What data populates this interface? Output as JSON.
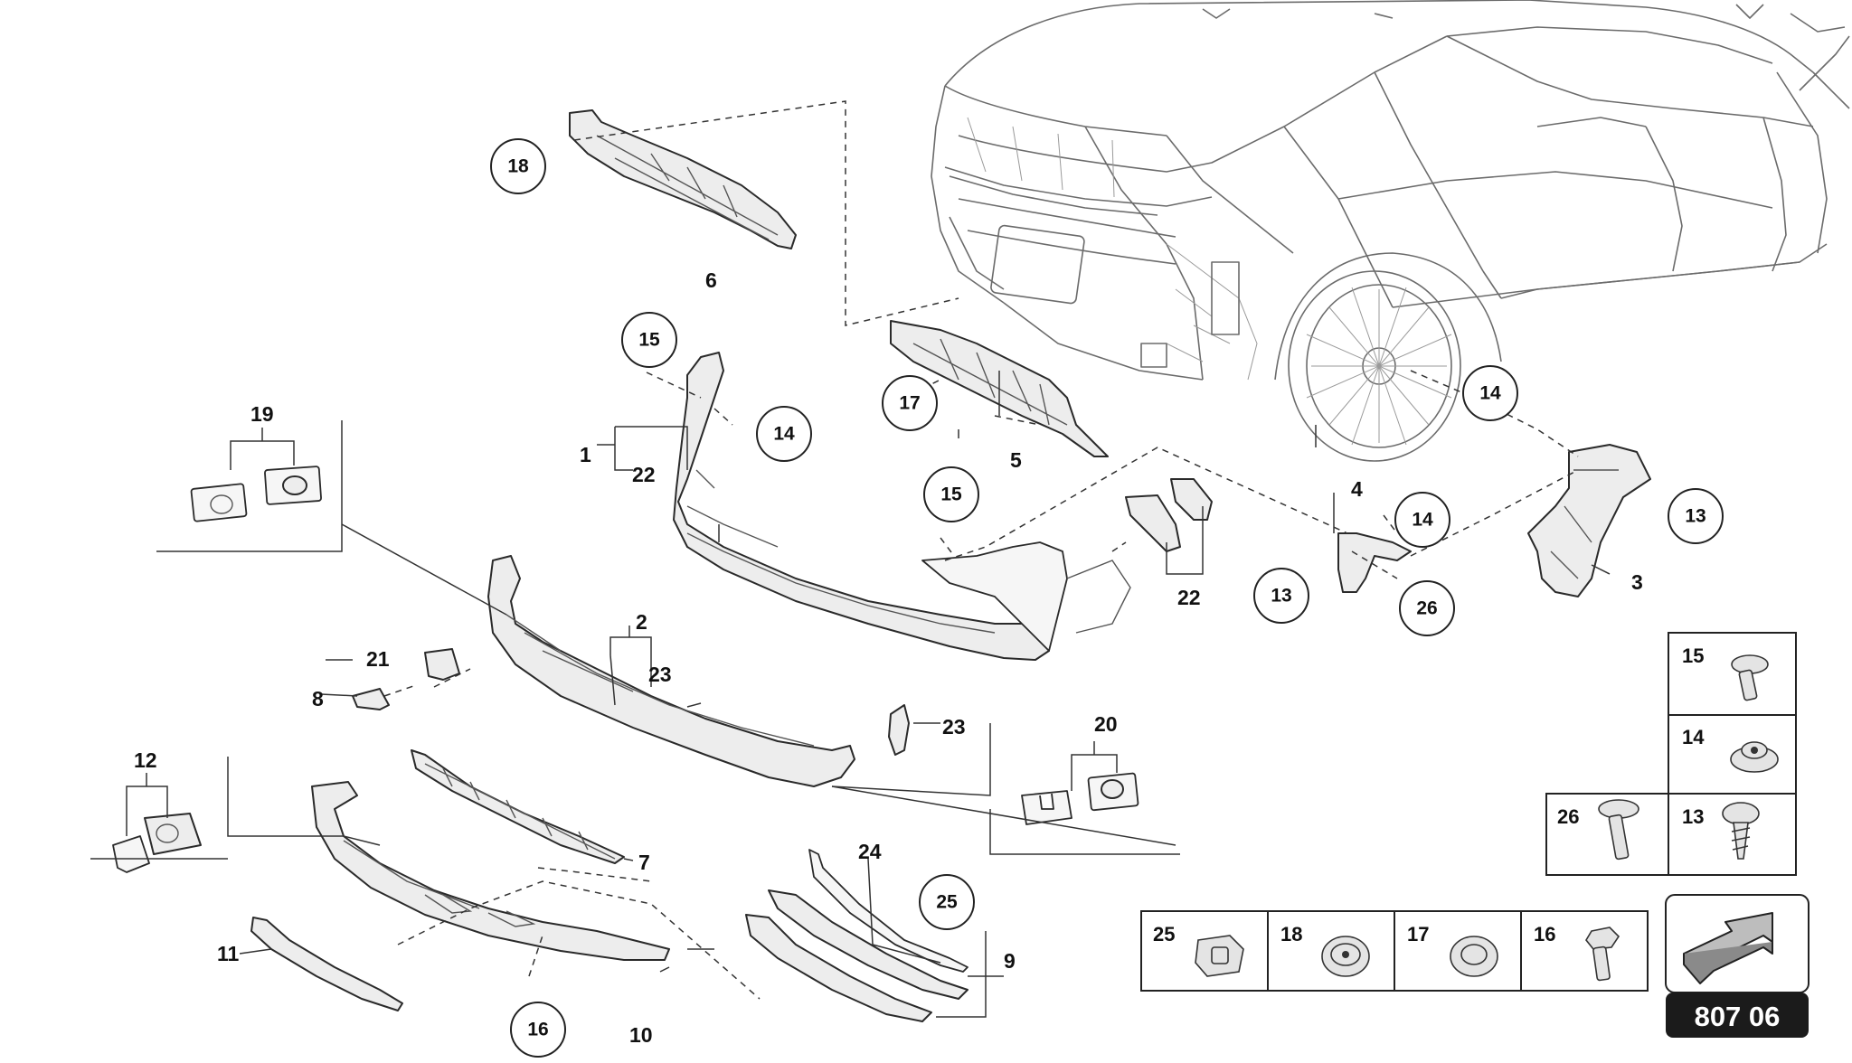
{
  "diagram": {
    "reference_code": "807 06",
    "callouts": {
      "c18": "18",
      "c15a": "15",
      "c14a": "14",
      "c17": "17",
      "c14b": "14",
      "c15b": "15",
      "c14c": "14",
      "c13a": "13",
      "c13b": "13",
      "c26": "26",
      "c25": "25",
      "c16": "16"
    },
    "labels": {
      "l6": "6",
      "l5": "5",
      "l19": "19",
      "l1": "1",
      "l22a": "22",
      "l4": "4",
      "l22b": "22",
      "l3": "3",
      "l2": "2",
      "l23a": "23",
      "l21": "21",
      "l8": "8",
      "l23b": "23",
      "l20": "20",
      "l12": "12",
      "l7": "7",
      "l24": "24",
      "l11": "11",
      "l9": "9",
      "l10": "10"
    },
    "fastener_table": [
      {
        "label": "15",
        "icon": "torx-bolt-icon"
      },
      {
        "label": "14",
        "icon": "push-clip-icon"
      },
      {
        "label": "26",
        "icon": "flange-bolt-icon"
      },
      {
        "label": "13",
        "icon": "screw-icon"
      },
      {
        "label": "25",
        "icon": "retainer-clip-icon"
      },
      {
        "label": "18",
        "icon": "rivet-clip-icon"
      },
      {
        "label": "17",
        "icon": "push-rivet-icon"
      },
      {
        "label": "16",
        "icon": "hex-bolt-icon"
      }
    ],
    "nav_icon": "next-arrow-icon"
  }
}
